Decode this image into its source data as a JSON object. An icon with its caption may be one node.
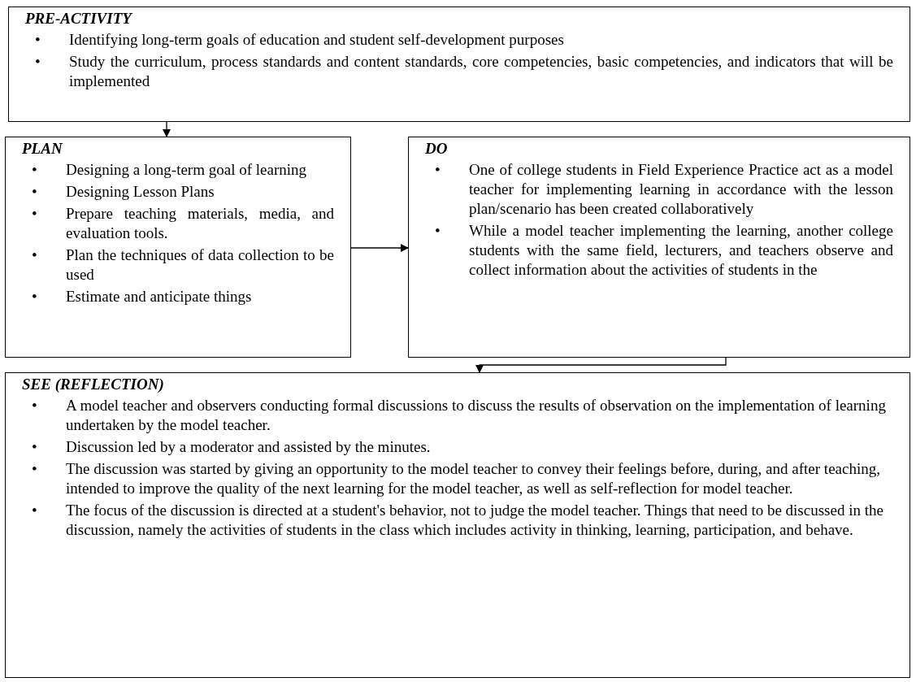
{
  "diagram": {
    "nodes": [
      {
        "text": [
          "PRE-ACTIVITY",
          "Identifying long-term goals of education and student self-development purposes",
          "Study the curriculum, process standards and content standards, core competencies, basic competencies, and indicators that will be implemented"
        ]
      },
      {
        "text": [
          "PLAN",
          "Designing a long-term goal of learning",
          "Designing Lesson Plans",
          "Prepare teaching materials, media, and evaluation tools.",
          "Plan the techniques of data collection to be used",
          "Estimate and anticipate things"
        ]
      },
      {
        "text": [
          "DO",
          "One of college students in Field Experience Practice act as a model teacher for implementing learning in accordance with the lesson plan/scenario has been created collaboratively",
          "While a model teacher implementing the learning, another college students with the same field, lecturers, and teachers observe and collect information about the activities of students in the"
        ]
      },
      {
        "text": [
          "SEE (REFLECTION)",
          "A model teacher and observers conducting formal discussions to discuss the results of observation on the implementation of learning undertaken by the model teacher.",
          "Discussion led by a moderator and assisted by the minutes.",
          "The discussion was started by giving an opportunity to the model teacher to convey their feelings before, during, and after teaching, intended to improve the quality of the next learning for the model teacher, as well as self-reflection for model teacher.",
          "The focus of the discussion is directed at a student's behavior, not to judge the model teacher. Things that need to be discussed in the discussion, namely the activities of students in the class which includes activity in thinking, learning, participation, and behave."
        ]
      }
    ],
    "edges": [
      {
        "from": 0,
        "to": 1,
        "arrow": "to"
      },
      {
        "from": 1,
        "to": 2,
        "arrow": "to"
      },
      {
        "from": 2,
        "to": 3,
        "arrow": "to"
      }
    ],
    "labels": [
      "•",
      "•",
      "•",
      "•",
      "•",
      "•",
      "•",
      "•",
      "•",
      "•",
      "•",
      "•",
      "•"
    ]
  }
}
